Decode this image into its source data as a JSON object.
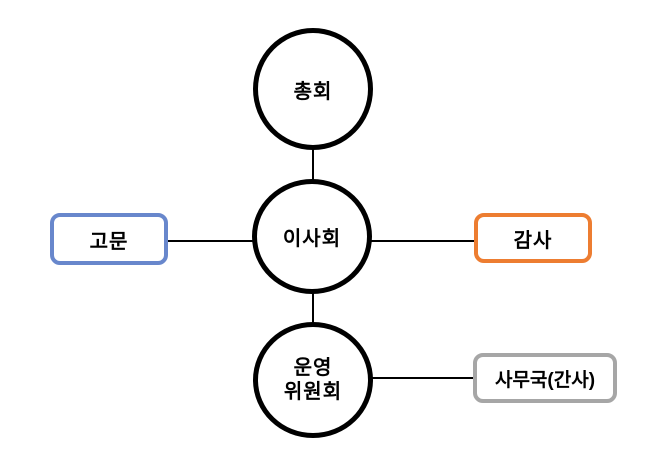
{
  "diagram": {
    "background_color": "#ffffff",
    "connector_color": "#000000",
    "nodes": [
      {
        "id": "general-assembly",
        "label": "총회",
        "shape": "ellipse",
        "border_color": "#000000",
        "fill": "#ffffff"
      },
      {
        "id": "board-of-directors",
        "label": "이사회",
        "shape": "ellipse",
        "border_color": "#000000",
        "fill": "#ffffff"
      },
      {
        "id": "advisor",
        "label": "고문",
        "shape": "rounded-rectangle",
        "border_color": "#6887CC",
        "fill": "#ffffff"
      },
      {
        "id": "auditor",
        "label": "감사",
        "shape": "rounded-rectangle",
        "border_color": "#ED7D31",
        "fill": "#ffffff"
      },
      {
        "id": "steering-committee",
        "label": "운영 위원회",
        "label_lines": [
          "운영",
          "위원회"
        ],
        "shape": "ellipse",
        "border_color": "#000000",
        "fill": "#ffffff"
      },
      {
        "id": "secretariat",
        "label": "사무국(간사)",
        "shape": "rounded-rectangle",
        "border_color": "#A6A6A6",
        "fill": "#ffffff"
      }
    ],
    "connections": [
      {
        "from": "general-assembly",
        "to": "board-of-directors"
      },
      {
        "from": "advisor",
        "to": "board-of-directors"
      },
      {
        "from": "board-of-directors",
        "to": "auditor"
      },
      {
        "from": "board-of-directors",
        "to": "steering-committee"
      },
      {
        "from": "steering-committee",
        "to": "secretariat"
      }
    ]
  }
}
